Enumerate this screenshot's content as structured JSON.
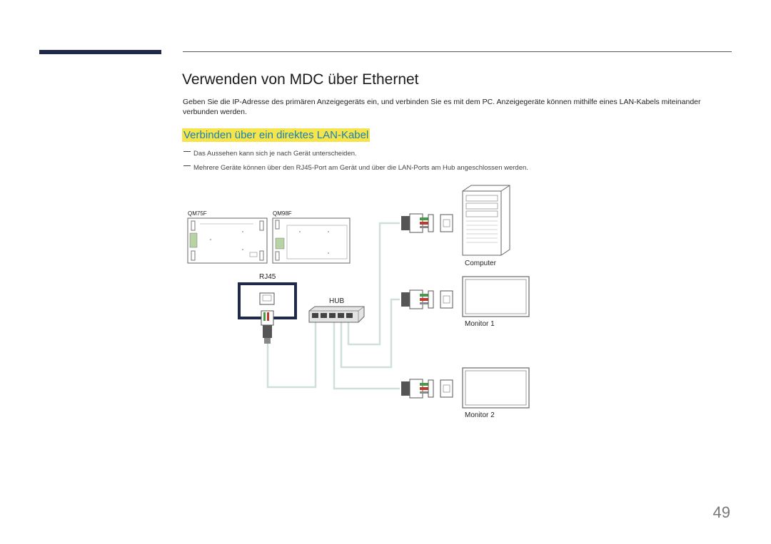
{
  "header": {
    "title": "Verwenden von MDC über Ethernet",
    "intro": "Geben Sie die IP-Adresse des primären Anzeigegeräts ein, und verbinden Sie es mit dem PC. Anzeigegeräte können mithilfe eines LAN-Kabels miteinander verbunden werden."
  },
  "section": {
    "heading": "Verbinden über ein direktes LAN-Kabel",
    "notes": [
      "Das Aussehen kann sich je nach Gerät unterscheiden.",
      "Mehrere Geräte können über den RJ45-Port am Gerät und über die LAN-Ports am Hub angeschlossen werden."
    ]
  },
  "diagram": {
    "models": [
      "QM75F",
      "QM98F"
    ],
    "port_label": "RJ45",
    "hub_label": "HUB",
    "devices": [
      "Computer",
      "Monitor 1",
      "Monitor 2"
    ]
  },
  "footer": {
    "page_number": "49"
  },
  "colors": {
    "accent_bar": "#1f2a4a",
    "heading_text": "#1b7fb3",
    "heading_highlight": "#f5e44b",
    "cable": "#cfe0d8",
    "board_green": "#b7d3a4"
  }
}
